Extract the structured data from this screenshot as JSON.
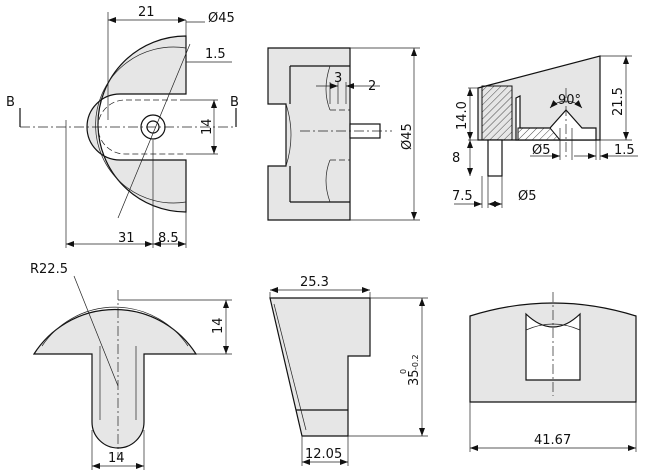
{
  "drawing": {
    "labels": {
      "v1_21": "21",
      "v1_d45": "Ø45",
      "v1_1_5": "1.5",
      "v1_b_left": "B",
      "v1_b_right": "B",
      "v1_14": "14",
      "v1_31": "31",
      "v1_8_5": "8.5",
      "v2_3": "3",
      "v2_2": "2",
      "v2_d45": "Ø45",
      "v3_14_0": "14.0",
      "v3_90": "90°",
      "v3_21_5": "21.5",
      "v3_8": "8",
      "v3_d5a": "Ø5",
      "v3_1_5": "1.5",
      "v3_7_5": "7.5",
      "v3_d5b": "Ø5",
      "v4_r22_5": "R22.5",
      "v4_14": "14",
      "v4_14_bottom": "14",
      "v5_25_3": "25.3",
      "v5_35": "35",
      "v5_tol_upper": "0",
      "v5_tol_lower": "-0.2",
      "v5_12_05": "12.05",
      "v6_41_67": "41.67"
    },
    "colors": {
      "line": "#111111",
      "fill": "#e6e6e6",
      "background": "#ffffff"
    }
  }
}
